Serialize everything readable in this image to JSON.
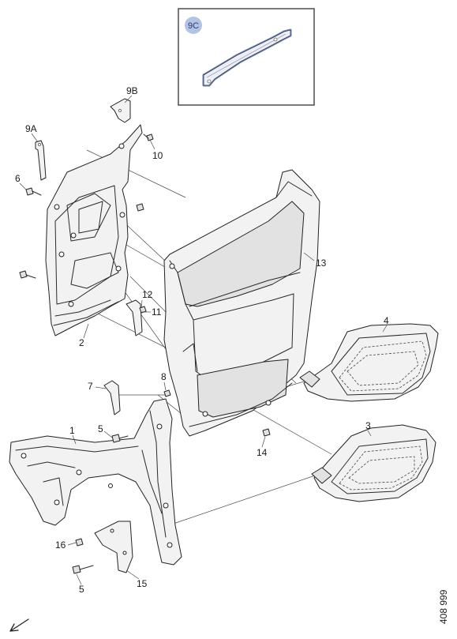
{
  "callouts": {
    "c9c": "9C",
    "c9b": "9B",
    "c9a": "9A",
    "c6": "6",
    "c10": "10",
    "c2": "2",
    "c12": "12",
    "c11": "11",
    "c13": "13",
    "c4": "4",
    "c8": "8",
    "c7": "7",
    "c1": "1",
    "c5a": "5",
    "c14": "14",
    "c3": "3",
    "c16": "16",
    "c5b": "5",
    "c15": "15"
  },
  "figure_number": "408 999",
  "colors": {
    "highlight": "#b8c8e8",
    "badge": "#b3c3e6",
    "outline": "#222222"
  },
  "icons": {
    "direction": "arrow-down-left-icon"
  }
}
